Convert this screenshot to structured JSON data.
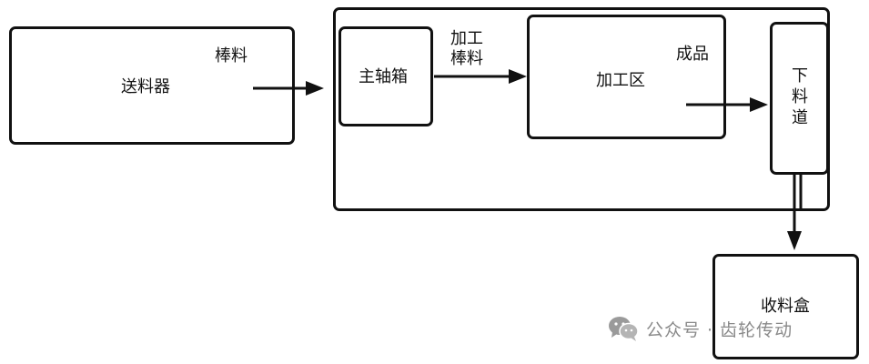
{
  "nodes": {
    "feeder": "送料器",
    "headstock": "主轴箱",
    "machining_zone": "加工区",
    "discharge_chute": [
      "下",
      "料",
      "道"
    ],
    "collection_box": "收料盒"
  },
  "edge_labels": {
    "bar_stock": "棒料",
    "machining_bar_stock": [
      "加工",
      "棒料"
    ],
    "finished_product": "成品"
  },
  "watermark": {
    "icon": "wechat-icon",
    "text": "公众号 · 齿轮传动"
  },
  "colors": {
    "stroke": "#111111",
    "watermark": "#8a8a8a"
  }
}
